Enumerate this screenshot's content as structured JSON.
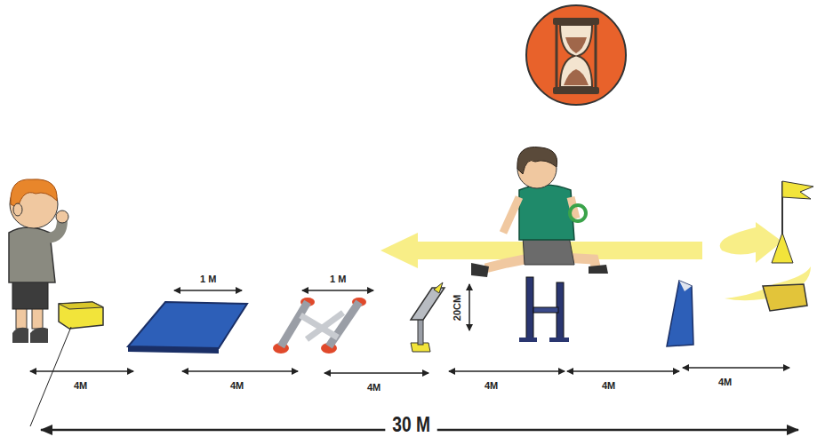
{
  "diagram": {
    "labels": [
      "1 M",
      "1 M",
      "20CM",
      "4M",
      "4M",
      "4M",
      "4M",
      "4M",
      "4M",
      "30 M"
    ]
  }
}
